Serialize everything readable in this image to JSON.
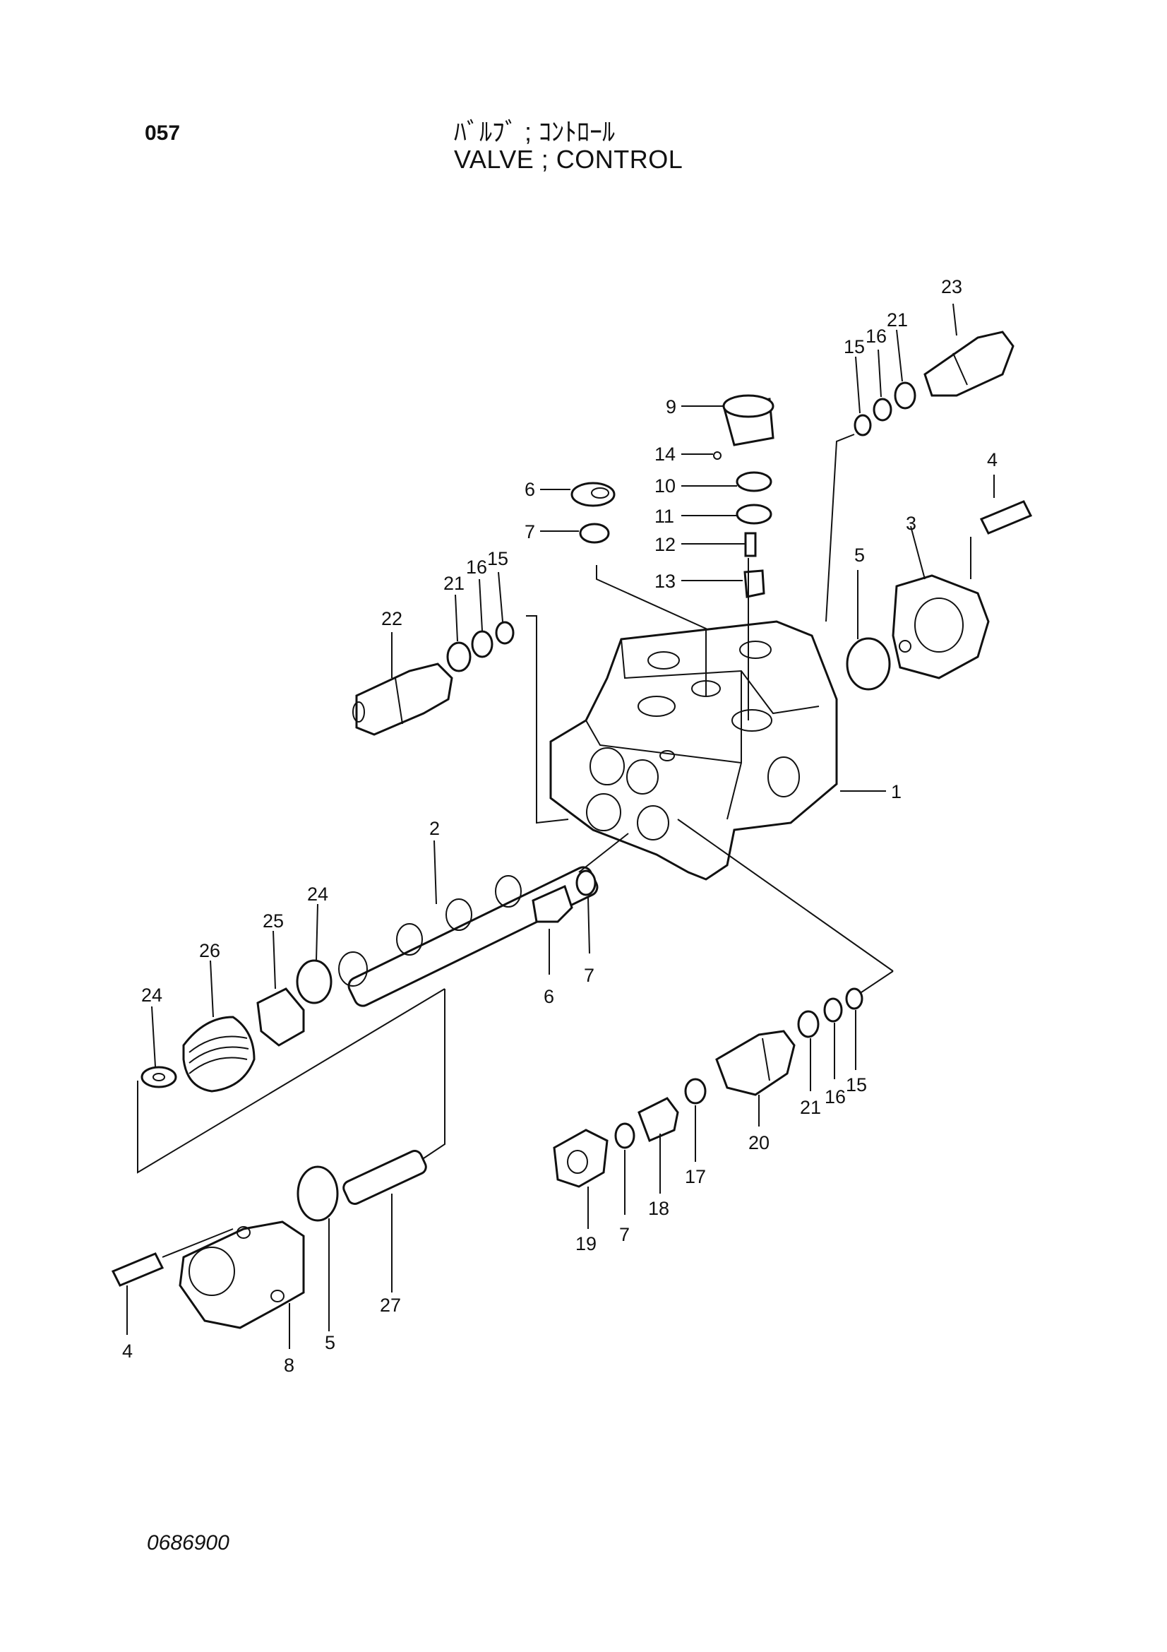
{
  "header": {
    "page_number": "057",
    "title_jp": "ﾊﾞﾙﾌﾞ ; ｺﾝﾄﾛｰﾙ",
    "title_en": "VALVE ; CONTROL"
  },
  "footer": {
    "code": "0686900"
  },
  "callouts": {
    "c1": "1",
    "c2": "2",
    "c3": "3",
    "c4a": "4",
    "c4b": "4",
    "c5a": "5",
    "c5b": "5",
    "c6a": "6",
    "c6b": "6",
    "c7a": "7",
    "c7b": "7",
    "c7c": "7",
    "c8": "8",
    "c9": "9",
    "c10": "10",
    "c11": "11",
    "c12": "12",
    "c13": "13",
    "c14": "14",
    "c15a": "15",
    "c15b": "15",
    "c15c": "15",
    "c16a": "16",
    "c16b": "16",
    "c16c": "16",
    "c17": "17",
    "c18": "18",
    "c19": "19",
    "c20": "20",
    "c21a": "21",
    "c21b": "21",
    "c21c": "21",
    "c22": "22",
    "c23": "23",
    "c24a": "24",
    "c24b": "24",
    "c25": "25",
    "c26": "26",
    "c27": "27"
  }
}
